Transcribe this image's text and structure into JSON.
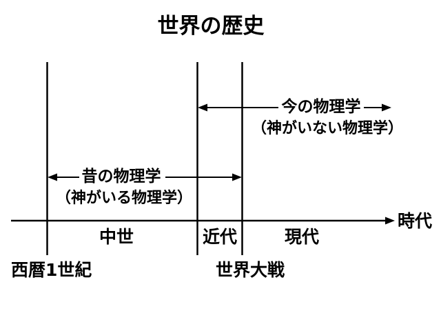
{
  "slide": {
    "title": "世界の歴史",
    "background_color": "#ffffff",
    "stroke_color": "#000000"
  },
  "annotations": {
    "new_physics": {
      "label": "今の物理学",
      "sub_label": "（神がいない物理学）"
    },
    "old_physics": {
      "label": "昔の物理学",
      "sub_label": "（神がいる物理学）"
    }
  },
  "timeline": {
    "axis_label": "時代",
    "eras": [
      {
        "label": "中世"
      },
      {
        "label": "近代"
      },
      {
        "label": "現代"
      }
    ],
    "markers": [
      {
        "label": "西暦1世紀"
      },
      {
        "label": "世界大戦"
      }
    ]
  }
}
